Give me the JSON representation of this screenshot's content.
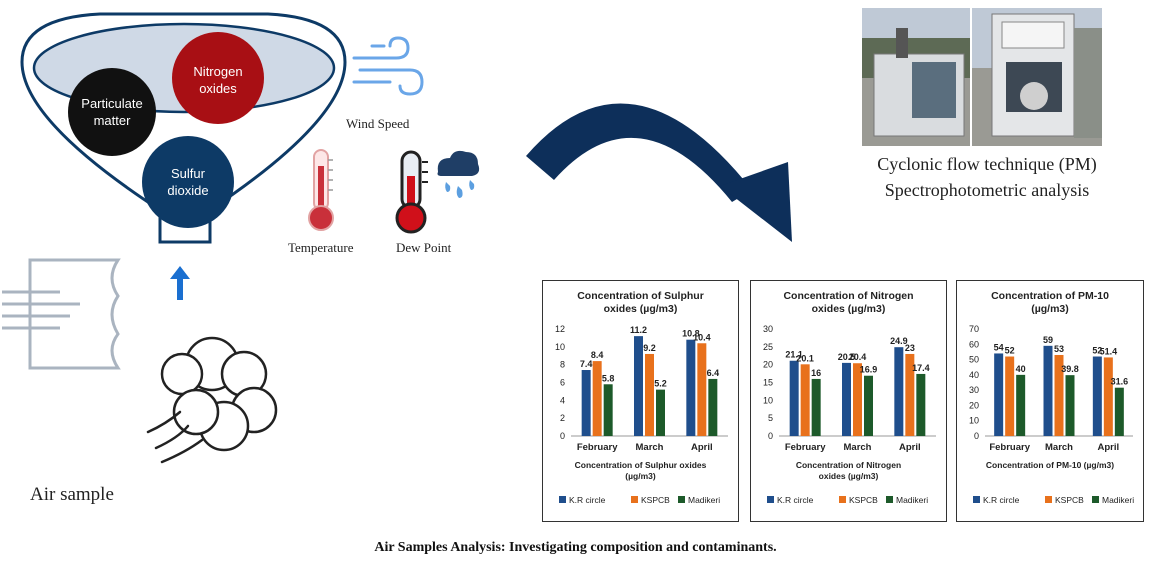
{
  "funnel": {
    "circles": [
      {
        "line1": "Particulate",
        "line2": "matter",
        "color": "#111111"
      },
      {
        "line1": "Nitrogen",
        "line2": "oxides",
        "color": "#a80f14"
      },
      {
        "line1": "Sulfur",
        "line2": "dioxide",
        "color": "#0d3a66"
      }
    ]
  },
  "icons": {
    "wind_label": "Wind Speed",
    "temperature_label": "Temperature",
    "dewpoint_label": "Dew Point"
  },
  "air_sample_label": "Air sample",
  "photo": {
    "caption_line1": "Cyclonic flow technique (PM)",
    "caption_line2": "Spectrophotometric analysis"
  },
  "caption": "Air Samples Analysis: Investigating composition and contaminants.",
  "colors": {
    "accent_blue": "#0d3a66",
    "red": "#a80f14",
    "kr": "#1f4e8c",
    "kspcb": "#e8711c",
    "madikeri": "#1d5a2a"
  },
  "chart_data": [
    {
      "type": "bar",
      "title_line1": "Concentration of Sulphur",
      "title_line2": "oxides (µg/m3)",
      "xlabel_line1": "Concentration of Sulphur oxides",
      "xlabel_line2": "(µg/m3)",
      "categories": [
        "February",
        "March",
        "April"
      ],
      "series": [
        {
          "name": "K.R circle",
          "values": [
            7.4,
            11.2,
            10.8
          ]
        },
        {
          "name": "KSPCB",
          "values": [
            8.4,
            9.2,
            10.4
          ]
        },
        {
          "name": "Madikeri",
          "values": [
            5.8,
            5.2,
            6.4
          ]
        }
      ],
      "yticks": [
        0,
        2,
        4,
        6,
        8,
        10,
        12
      ],
      "ylim": [
        0,
        12
      ],
      "legend": "bottom"
    },
    {
      "type": "bar",
      "title_line1": "Concentration of Nitrogen",
      "title_line2": "oxides (µg/m3)",
      "xlabel_line1": "Concentration of Nitrogen",
      "xlabel_line2": "oxides (µg/m3)",
      "categories": [
        "February",
        "March",
        "April"
      ],
      "series": [
        {
          "name": "K.R circle",
          "values": [
            21.1,
            20.5,
            24.9
          ]
        },
        {
          "name": "KSPCB",
          "values": [
            20.1,
            20.4,
            23
          ]
        },
        {
          "name": "Madikeri",
          "values": [
            16,
            16.9,
            17.4
          ]
        }
      ],
      "yticks": [
        0,
        5,
        10,
        15,
        20,
        25,
        30
      ],
      "ylim": [
        0,
        30
      ],
      "legend": "bottom"
    },
    {
      "type": "bar",
      "title_line1": "Concentration of PM-10",
      "title_line2": "(µg/m3)",
      "xlabel_line1": "Concentration of PM-10 (µg/m3)",
      "xlabel_line2": "",
      "categories": [
        "February",
        "March",
        "April"
      ],
      "series": [
        {
          "name": "K.R circle",
          "values": [
            54,
            59,
            52
          ]
        },
        {
          "name": "KSPCB",
          "values": [
            52,
            53,
            51.4
          ]
        },
        {
          "name": "Madikeri",
          "values": [
            40,
            39.8,
            31.6
          ]
        }
      ],
      "yticks": [
        0,
        10,
        20,
        30,
        40,
        50,
        60,
        70
      ],
      "ylim": [
        0,
        70
      ],
      "legend": "bottom"
    }
  ]
}
